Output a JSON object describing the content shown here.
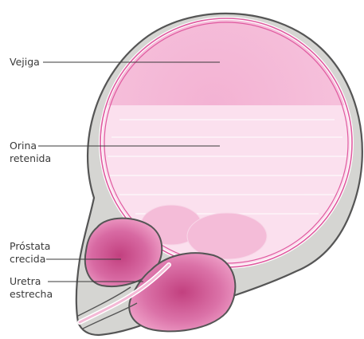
{
  "labels": {
    "bladder": "Vejiga",
    "urine_line1": "Orina",
    "urine_line2": "retenida",
    "prostate_line1": "Próstata",
    "prostate_line2": "crecida",
    "urethra_line1": "Uretra",
    "urethra_line2": "estrecha"
  },
  "colors": {
    "wall_gray": "#d5d5d2",
    "outline": "#555555",
    "lining_pink": "#e05aa0",
    "bladder_top": "#f2aed0",
    "urine_fill": "#fbe0ee",
    "prostate_dark": "#c2407f",
    "prostate_light": "#ec9ec5"
  }
}
